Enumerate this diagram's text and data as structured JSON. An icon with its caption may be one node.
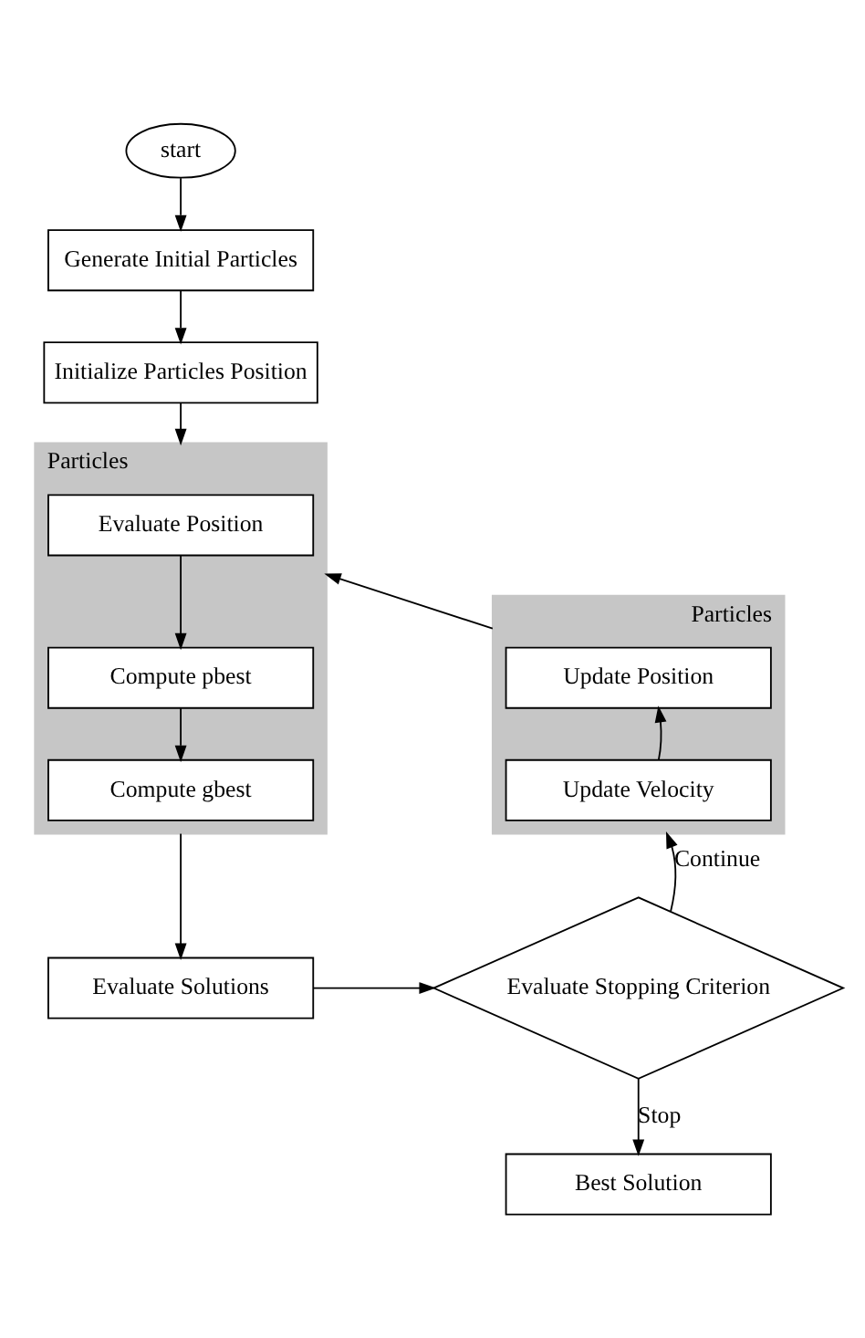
{
  "diagram": {
    "nodes": [
      {
        "text": [
          "start"
        ]
      },
      {
        "text": [
          "Generate Initial Particles"
        ]
      },
      {
        "text": [
          "Initialize Particles Position"
        ]
      },
      {
        "text": [
          "Particles"
        ]
      },
      {
        "text": [
          "Evaluate Position"
        ],
        "in": 3
      },
      {
        "text": [
          "Compute pbest"
        ],
        "in": 3
      },
      {
        "text": [
          "Compute gbest"
        ],
        "in": 3
      },
      {
        "text": [
          "Particles"
        ]
      },
      {
        "text": [
          "Update Position"
        ],
        "in": 7
      },
      {
        "text": [
          "Update Velocity"
        ],
        "in": 7
      },
      {
        "text": [
          "Evaluate Solutions"
        ]
      },
      {
        "text": [
          "Evaluate Stopping Criterion"
        ]
      },
      {
        "text": [
          "Best Solution"
        ]
      }
    ],
    "edges": [
      {
        "from": 0,
        "to": 1,
        "arrow": "to"
      },
      {
        "from": 1,
        "to": 2,
        "arrow": "to"
      },
      {
        "from": 2,
        "to": 3,
        "arrow": "to"
      },
      {
        "from": 4,
        "to": 5,
        "arrow": "to"
      },
      {
        "from": 5,
        "to": 6,
        "arrow": "to"
      },
      {
        "from": 3,
        "to": 10,
        "arrow": "to"
      },
      {
        "from": 10,
        "to": 11,
        "arrow": "to"
      },
      {
        "from": 11,
        "to": 7,
        "arrow": "to",
        "label": "Continue"
      },
      {
        "from": 9,
        "to": 8,
        "arrow": "to"
      },
      {
        "from": 7,
        "to": 3,
        "arrow": "to"
      },
      {
        "from": 11,
        "to": 12,
        "arrow": "to",
        "label": "Stop"
      }
    ]
  }
}
